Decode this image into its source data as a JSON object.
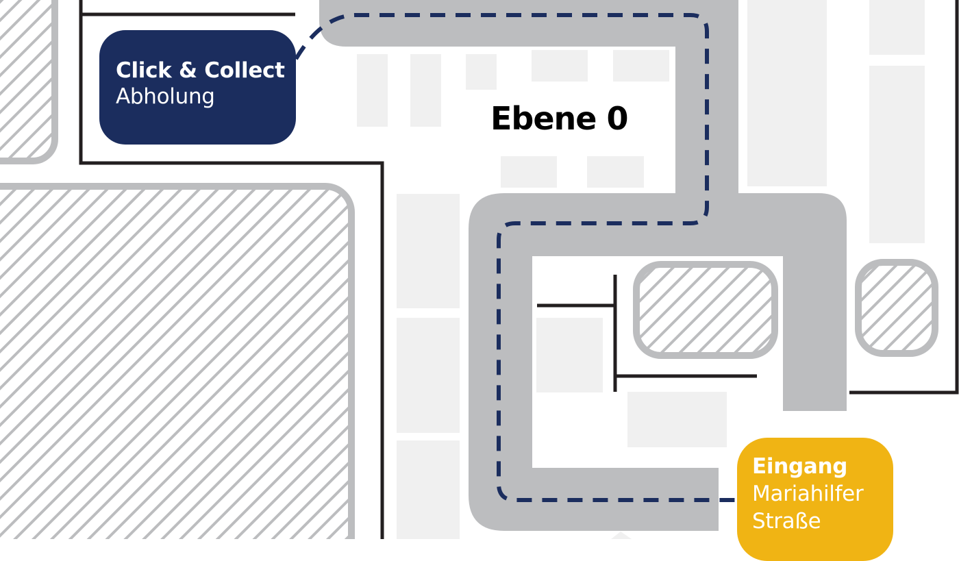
{
  "map": {
    "floor_label": "Ebene 0",
    "colors": {
      "background": "#ffffff",
      "walkway": "#bcbdbf",
      "store_block": "#f0f0f0",
      "hatch": "#bcbdbf",
      "wall": "#231f20",
      "route": "#1b2d5e",
      "click_collect_bg": "#1b2d5e",
      "entrance_bg": "#f0b414"
    },
    "route_style": "dashed"
  },
  "markers": {
    "click_collect": {
      "title": "Click & Collect",
      "subtitle": "Abholung",
      "icon": "pickup-point-marker"
    },
    "entrance": {
      "title": "Eingang",
      "subtitle_line1": "Mariahilfer",
      "subtitle_line2": "Straße",
      "icon": "entrance-marker"
    }
  }
}
